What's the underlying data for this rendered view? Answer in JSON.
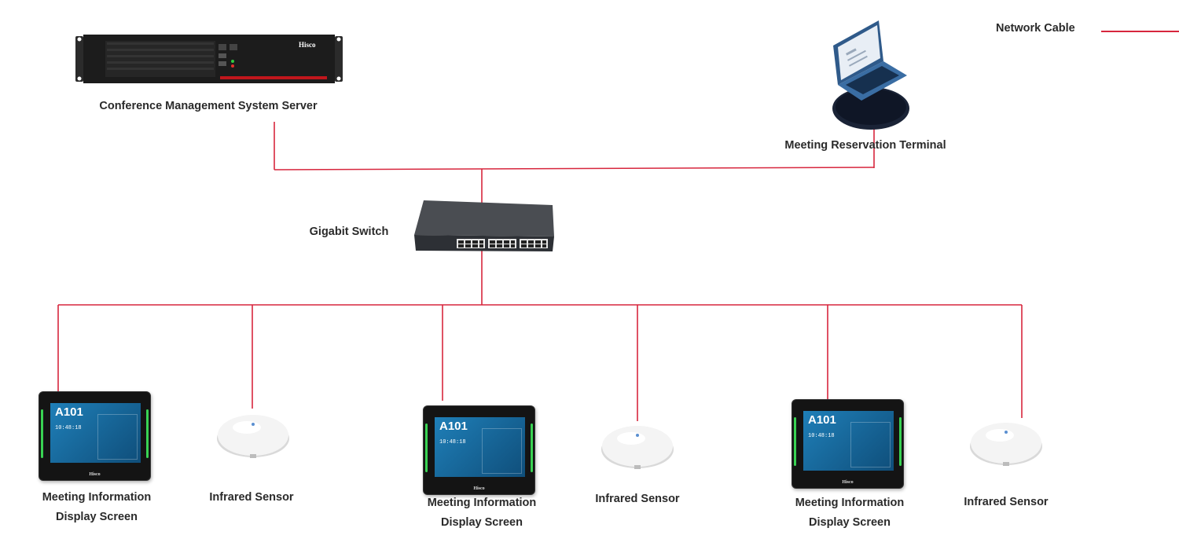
{
  "legend": {
    "label": "Network Cable",
    "color": "#d7263d"
  },
  "devices": {
    "server": {
      "label": "Conference Management System Server",
      "brand": "Hisco",
      "icon": "rack-server-icon"
    },
    "terminal": {
      "label": "Meeting Reservation Terminal",
      "icon": "laptop-icon"
    },
    "switch": {
      "label": "Gigabit Switch",
      "icon": "network-switch-icon"
    },
    "screens": [
      {
        "label": "Meeting Information Display Screen",
        "room": "A101",
        "time": "10:48:18",
        "brand": "Hisco"
      },
      {
        "label": "Meeting Information Display Screen",
        "room": "A101",
        "time": "10:48:18",
        "brand": "Hisco"
      },
      {
        "label": "Meeting Information Display Screen",
        "room": "A101",
        "time": "10:48:18",
        "brand": "Hisco"
      }
    ],
    "sensors": [
      {
        "label": "Infrared Sensor"
      },
      {
        "label": "Infrared Sensor"
      },
      {
        "label": "Infrared Sensor"
      }
    ]
  }
}
